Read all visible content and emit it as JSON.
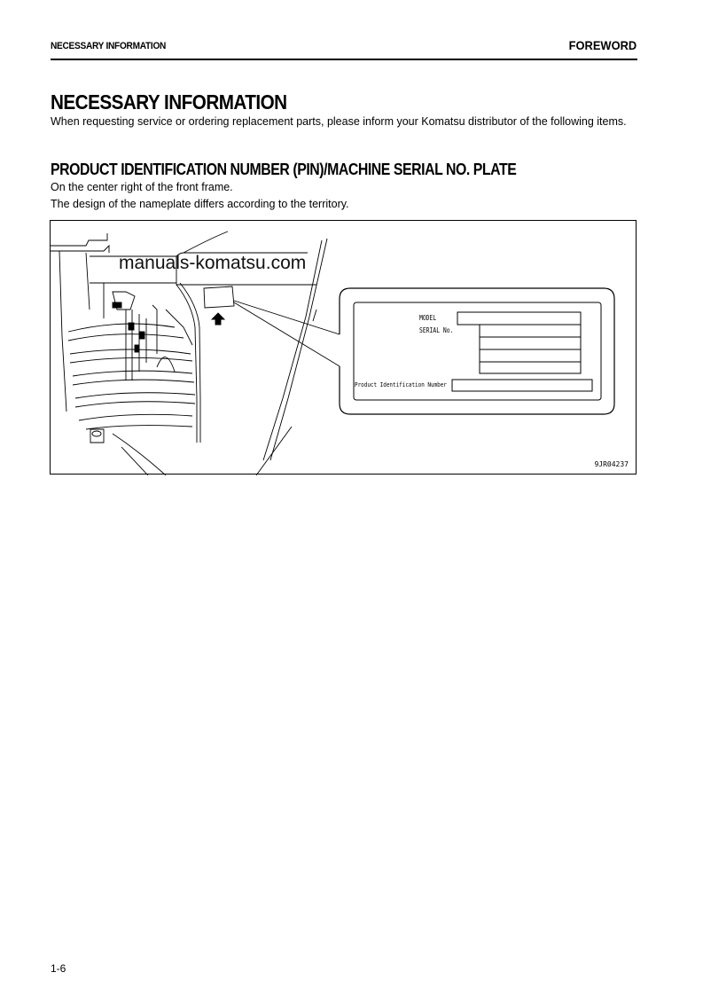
{
  "header": {
    "section": "NECESSARY INFORMATION",
    "chapter": "FOREWORD"
  },
  "main": {
    "title": "NECESSARY INFORMATION",
    "intro": "When requesting service or ordering replacement parts, please inform your Komatsu distributor of the following items.",
    "section": {
      "title": "PRODUCT IDENTIFICATION NUMBER (PIN)/MACHINE SERIAL NO. PLATE",
      "lines": [
        "On the center right of the front frame.",
        "The design of the nameplate differs according to the territory."
      ]
    }
  },
  "figure": {
    "watermark": "manuals-komatsu.com",
    "code": "9JR04237",
    "plate": {
      "model_label": "MODEL",
      "serial_label": "SERIAL No.",
      "pin_label": "Product Identification Number"
    }
  },
  "footer": {
    "page_number": "1-6"
  }
}
